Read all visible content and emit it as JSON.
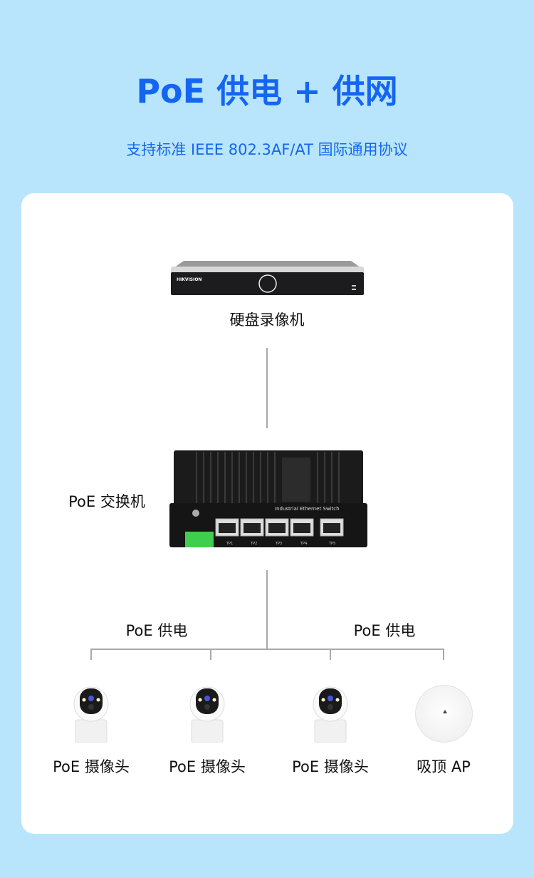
{
  "header": {
    "title": "PoE 供电 + 供网",
    "subtitle": "支持标准 IEEE 802.3AF/AT 国际通用协议"
  },
  "devices": {
    "nvr": {
      "label": "硬盘录像机",
      "logo_text": "HIKVISION"
    },
    "switch": {
      "label": "PoE 交换机",
      "panel_text": "Industrial Ethernet Switch",
      "ports": [
        "TP1",
        "TP2",
        "TP3",
        "TP4",
        "TP5"
      ]
    },
    "endpoints": [
      {
        "label": "PoE 摄像头"
      },
      {
        "label": "PoE 摄像头"
      },
      {
        "label": "PoE 摄像头"
      },
      {
        "label": "吸顶 AP"
      }
    ]
  },
  "links": {
    "left": "PoE 供电",
    "right": "PoE 供电"
  },
  "colors": {
    "accent": "#1466f0",
    "background": "#b9e5fc",
    "line": "#a9a9a9"
  }
}
